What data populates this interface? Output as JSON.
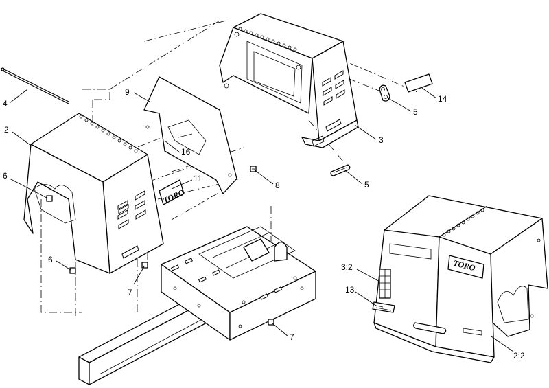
{
  "callouts": {
    "c2": "2",
    "c3": "3",
    "c4": "4",
    "c5a": "5",
    "c5b": "5",
    "c6a": "6",
    "c6b": "6",
    "c7a": "7",
    "c7b": "7",
    "c8": "8",
    "c9": "9",
    "c11": "11",
    "c13": "13",
    "c14": "14",
    "c16": "16",
    "c3_2": "3:2",
    "c2_2": "2:2"
  },
  "logos": {
    "front_cover": "TORO",
    "assembled_cover": "TORO"
  }
}
